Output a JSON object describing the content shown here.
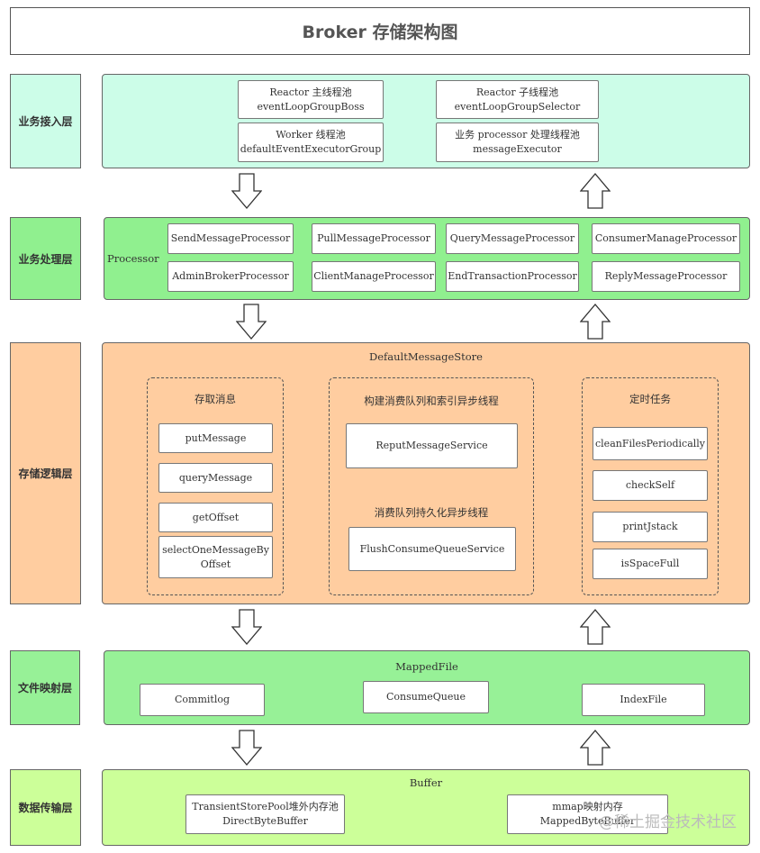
{
  "title": "Broker 存储架构图",
  "layers": {
    "access": {
      "label": "业务接入层",
      "reactor_main": {
        "line1": "Reactor 主线程池",
        "line2": "eventLoopGroupBoss"
      },
      "reactor_sub": {
        "line1": "Reactor 子线程池",
        "line2": "eventLoopGroupSelector"
      },
      "worker": {
        "line1": "Worker 线程池",
        "line2": "defaultEventExecutorGroup"
      },
      "processor_pool": {
        "line1": "业务 processor 处理线程池",
        "line2": "messageExecutor"
      }
    },
    "processing": {
      "label": "业务处理层",
      "group_label": "Processor",
      "processors": [
        "SendMessageProcessor",
        "PullMessageProcessor",
        "QueryMessageProcessor",
        "ConsumerManageProcessor",
        "AdminBrokerProcessor",
        "ClientManageProcessor",
        "EndTransactionProcessor",
        "ReplyMessageProcessor"
      ]
    },
    "storage": {
      "label": "存储逻辑层",
      "store_title": "DefaultMessageStore",
      "access_group": {
        "title": "存取消息",
        "items": [
          "putMessage",
          "queryMessage",
          "getOffset"
        ],
        "select_line1": "selectOneMessageBy",
        "select_line2": "Offset"
      },
      "async_group": {
        "title1": "构建消费队列和索引异步线程",
        "service1": "ReputMessageService",
        "title2": "消费队列持久化异步线程",
        "service2": "FlushConsumeQueueService"
      },
      "timer_group": {
        "title": "定时任务",
        "items": [
          "cleanFilesPeriodically",
          "checkSelf",
          "printJstack",
          "isSpaceFull"
        ]
      }
    },
    "mapping": {
      "label": "文件映射层",
      "group_title": "MappedFile",
      "items": [
        "Commitlog",
        "ConsumeQueue",
        "IndexFile"
      ]
    },
    "transfer": {
      "label": "数据传输层",
      "group_title": "Buffer",
      "pool": {
        "line1": "TransientStorePool堆外内存池",
        "line2": "DirectByteBuffer"
      },
      "mmap": {
        "line1": "mmap映射内存",
        "line2": "MappedByteBuffer"
      }
    }
  },
  "watermark": "@稀土掘金技术社区",
  "colors": {
    "access": "#ccfde8",
    "processing": "#90f08f",
    "storage": "#ffcda0",
    "mapping": "#97f197",
    "transfer": "#ccff99"
  }
}
